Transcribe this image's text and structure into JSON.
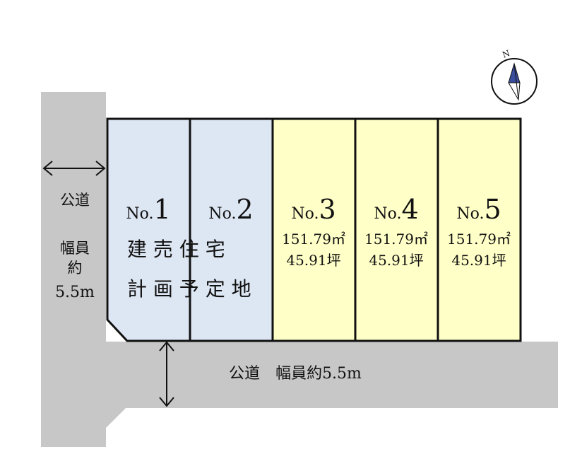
{
  "colors": {
    "road": "#c7c7c7",
    "lot_planned": "#dde6f3",
    "lot_sale": "#ffffc8",
    "outline": "#111111"
  },
  "compass": {
    "label": "N",
    "icon": "compass-north-icon"
  },
  "roads": {
    "west": {
      "label_line1": "公道",
      "width_line1": "幅員",
      "width_line2": "約",
      "width_line3": "5.5m"
    },
    "south": {
      "label": "公道　幅員約5.5m"
    }
  },
  "planned": {
    "line1": "建 売 住 宅",
    "line2": "計 画 予 定 地"
  },
  "lots": [
    {
      "no": "No.",
      "num": "1",
      "area": "",
      "tsubo": ""
    },
    {
      "no": "No.",
      "num": "2",
      "area": "",
      "tsubo": ""
    },
    {
      "no": "No.",
      "num": "3",
      "area": "151.79㎡",
      "tsubo": "45.91坪"
    },
    {
      "no": "No.",
      "num": "4",
      "area": "151.79㎡",
      "tsubo": "45.91坪"
    },
    {
      "no": "No.",
      "num": "5",
      "area": "151.79㎡",
      "tsubo": "45.91坪"
    }
  ]
}
